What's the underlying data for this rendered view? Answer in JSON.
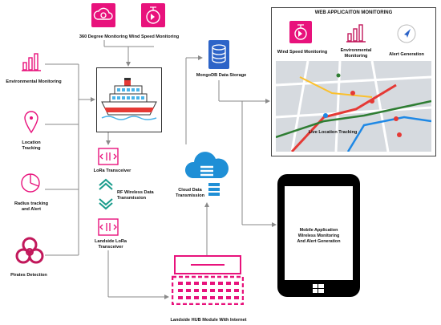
{
  "labels": {
    "degree_monitoring": "360 Degree Monitoring",
    "wind_speed_monitoring": "Wind Speed Monitoring",
    "environmental_monitoring": "Environmental Monitoring",
    "location_tracking": "Location\nTracking",
    "radius_tracking": "Radius tracking\nand Alert",
    "pirates_detection": "Pirates Detection",
    "lora_transceiver": "LoRa Transceiver",
    "rf_wireless": "RF Wireless Data\nTransmission",
    "landside_lora": "Landside LoRa\nTransceiver",
    "mongodb": "MongoDB Data Storage",
    "cloud": "Cloud Data\nTransmission",
    "landside_hub": "Landside HUB Module With Internet"
  },
  "web_panel": {
    "title": "WEB APPLICAITON MONITORING",
    "wind_speed": "Wind Speed Monitoring",
    "environmental": "Environmental\nMonitoring",
    "alert": "Alert Generation",
    "live_location": "Live Location Tracking"
  },
  "mobile": {
    "text": "Mobile Application\nWireless Monitoring\nAnd Alert Generation"
  },
  "colors": {
    "accent_pink": "#e8127c",
    "lora_teal": "#1a9c8c",
    "cloud_blue": "#1f8fd6",
    "line_gray": "#8a8a8a",
    "mongo_blue": "#2d64c8"
  }
}
